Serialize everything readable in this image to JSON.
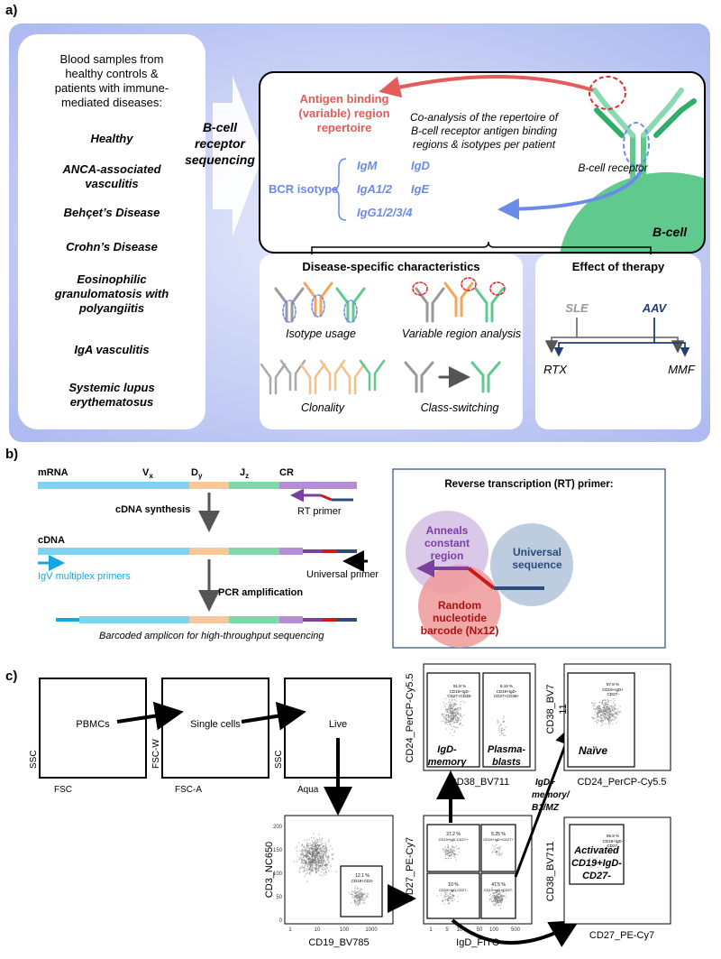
{
  "panel_a": {
    "label": "a)",
    "left_box": {
      "intro": [
        "Blood samples from",
        "healthy controls &",
        "patients with immune-",
        "mediated diseases:"
      ],
      "diseases": [
        [
          "Healthy"
        ],
        [
          "ANCA-associated",
          "vasculitis"
        ],
        [
          "Behçet’s Disease"
        ],
        [
          "Crohn’s Disease"
        ],
        [
          "Eosinophilic",
          "granulomatosis with",
          "polyangiitis"
        ],
        [
          "IgA vasculitis"
        ],
        [
          "Systemic lupus",
          "erythematosus"
        ]
      ]
    },
    "arrow_label": [
      "B-cell",
      "receptor",
      "sequencing"
    ],
    "bcr_box": {
      "antigen_region": [
        "Antigen binding",
        "(variable) region",
        "repertoire"
      ],
      "coanalysis": [
        "Co-analysis of the repertoire of",
        "B-cell receptor antigen binding",
        "regions & isotypes per patient"
      ],
      "bcr_isotype_label": "BCR isotype",
      "isotypes": [
        "IgM",
        "IgD",
        "IgA1/2",
        "IgE",
        "IgG1/2/3/4"
      ],
      "receptor_label": "B-cell receptor",
      "cell_label": "B-cell"
    },
    "disease_box": {
      "title": "Disease-specific characteristics",
      "items": [
        "Isotype usage",
        "Variable region analysis",
        "Clonality",
        "Class-switching"
      ]
    },
    "therapy_box": {
      "title": "Effect of therapy",
      "groups": [
        "SLE",
        "AAV"
      ],
      "treatments": [
        "RTX",
        "MMF"
      ]
    }
  },
  "panel_b": {
    "label": "b)",
    "mrna": "mRNA",
    "segments": [
      "V",
      "D",
      "J",
      "CR"
    ],
    "subscripts": [
      "x",
      "y",
      "z"
    ],
    "cdna_synthesis": "cDNA synthesis",
    "rt_primer": "RT primer",
    "cdna": "cDNA",
    "igv_primers": "IgV multiplex primers",
    "universal_primer": "Universal primer",
    "pcr": "PCR amplification",
    "amplicon": "Barcoded amplicon for high-throughput sequencing",
    "rt_box": {
      "title": "Reverse transcription (RT) primer:",
      "anneals": [
        "Anneals",
        "constant",
        "region"
      ],
      "universal": [
        "Universal",
        "sequence"
      ],
      "barcode": [
        "Random",
        "nucleotide",
        "barcode (Nx12)"
      ]
    }
  },
  "panel_c": {
    "label": "c)",
    "gates": [
      {
        "inside": "PBMCs",
        "x": "FSC",
        "y": "SSC"
      },
      {
        "inside": "Single cells",
        "x": "FSC-A",
        "y": "FSC-W"
      },
      {
        "inside": "Live",
        "x": "Aqua",
        "y": "SSC"
      }
    ],
    "cd19_plot": {
      "x": "CD19_BV785",
      "y": "CD3_NC650",
      "gate_pct": "12.1 %",
      "gate_label": "CD19+CD3-"
    },
    "quad_plot": {
      "x": "IgD_FITC",
      "y": "CD27_PE-Cy7",
      "q": [
        {
          "pct": "27.2 %",
          "pop": "CD19+IgD-CD27+"
        },
        {
          "pct": "5.25 %",
          "pop": "CD19+IgD+CD27+"
        },
        {
          "pct": "10 %",
          "pop": "CD19+IgD-CD27-"
        },
        {
          "pct": "47.5 %",
          "pop": "CD19+IgD+CD27-"
        }
      ],
      "annotation": [
        "IgD+",
        "memory/",
        "B1/MZ"
      ]
    },
    "memory_plot": {
      "x": "CD38_BV711",
      "y": "CD24_PerCP-Cy5.5",
      "gate1": {
        "pct": "91.8 %",
        "pop": [
          "CD19+IgD-",
          "CD27+CD38-"
        ],
        "label": [
          "IgD-",
          "memory"
        ]
      },
      "gate2": {
        "pct": "8.19 %",
        "pop": [
          "CD19+IgD-",
          "CD27+CD38+"
        ],
        "label": [
          "Plasma-",
          "blasts"
        ]
      }
    },
    "naive_plot": {
      "x": "CD24_PerCP-Cy5.5",
      "y": "CD38_BV7",
      "y2": "11",
      "pct": "87.8 %",
      "pop": [
        "CD19+IgD+",
        "CD27-"
      ],
      "label": "Naïve"
    },
    "activated_plot": {
      "x": "CD27_PE-Cy7",
      "y": "CD38_BV711",
      "pct": "96.9 %",
      "pop": [
        "CD19+IgD-",
        "CD27-"
      ],
      "label": [
        "Activated",
        "CD19+IgD-",
        "CD27-"
      ]
    },
    "cd19_ticks_x": [
      "1",
      "10",
      "100",
      "1000"
    ],
    "cd19_ticks_y": [
      "0",
      "50",
      "100",
      "150",
      "200"
    ],
    "quad_ticks": [
      "1",
      "5",
      "10",
      "50",
      "100",
      "500"
    ]
  },
  "colors": {
    "panel_bg": "#c4cdf5",
    "antigen": "#e35b5b",
    "isotype": "#6b8bea",
    "bcell": "#5fc98e",
    "aav": "#1f3f7a",
    "igv": "#16a6e3",
    "purple": "#7b3fa0",
    "barcode": "#cc1a1a"
  }
}
